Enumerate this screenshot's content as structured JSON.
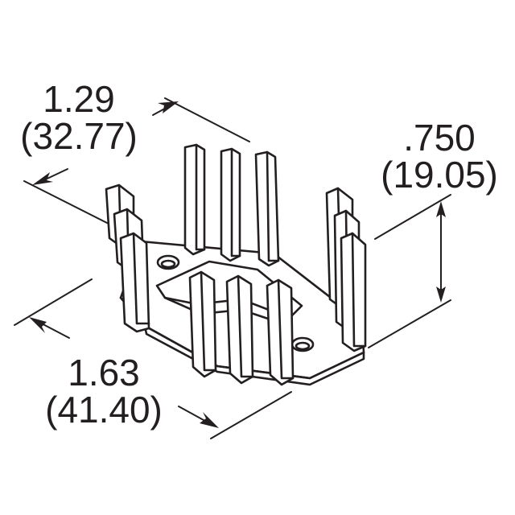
{
  "dimensions": {
    "width": {
      "inch": "1.29",
      "mm": "(32.77)"
    },
    "length": {
      "inch": "1.63",
      "mm": "(41.40)"
    },
    "height": {
      "inch": ".750",
      "mm": "(19.05)"
    }
  },
  "colors": {
    "line": "#231f20",
    "background": "#ffffff"
  }
}
